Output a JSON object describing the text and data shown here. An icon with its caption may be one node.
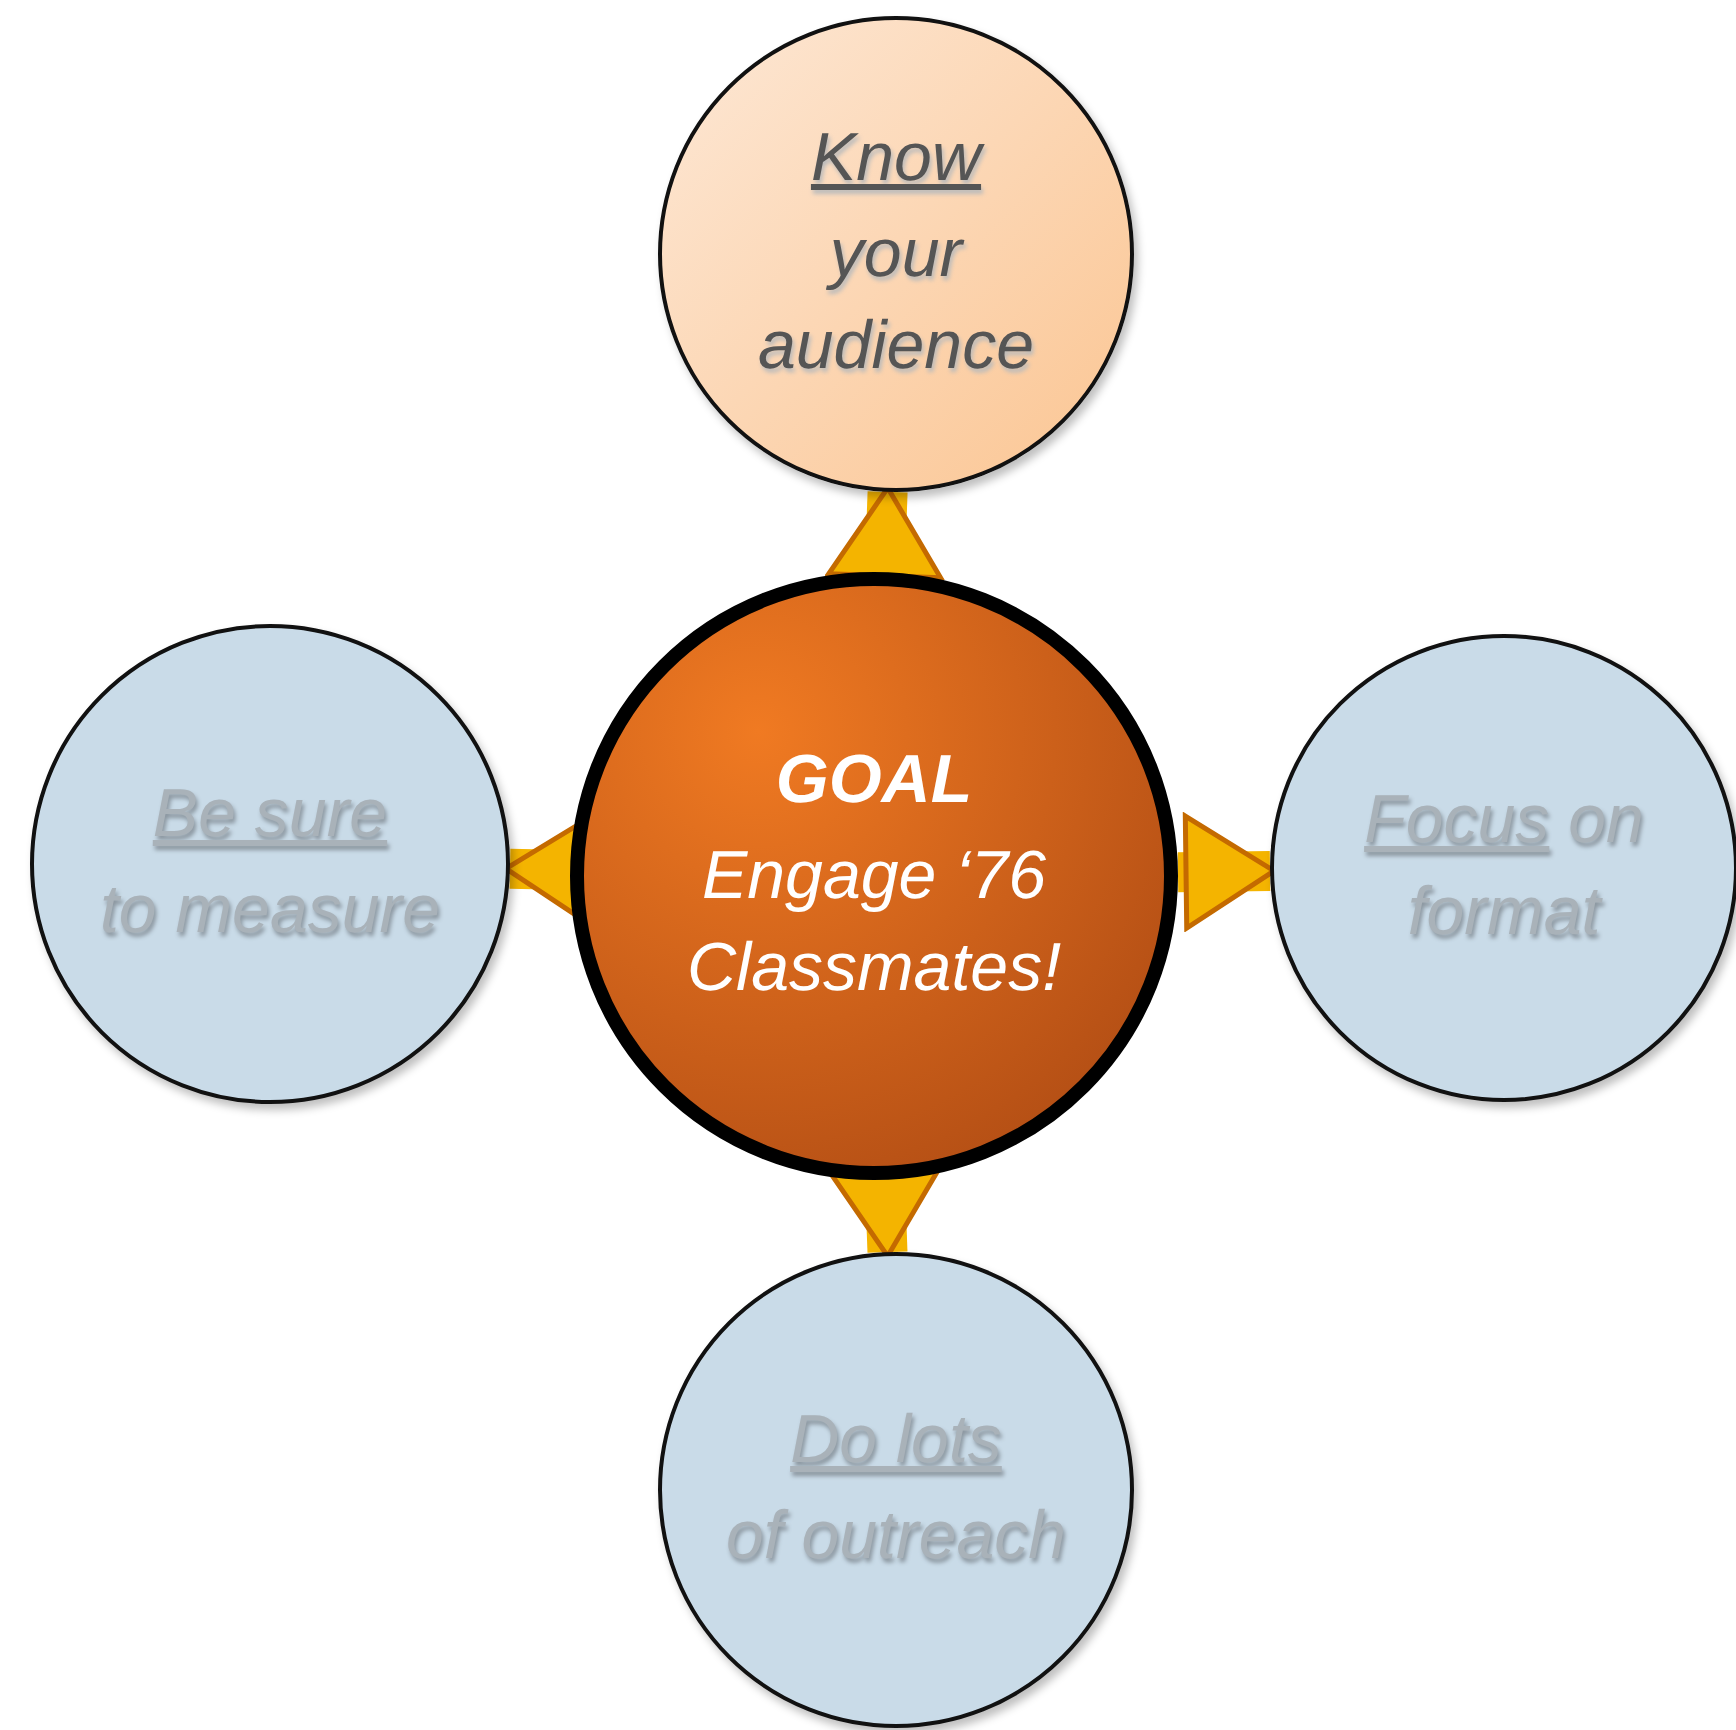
{
  "diagram": {
    "nodes": [
      {
        "text": [
          "GOAL",
          "Engage ‘76 Classmates!"
        ]
      },
      {
        "text": [
          "Know",
          "your audience"
        ]
      },
      {
        "text": [
          "Be sure",
          "to measure"
        ]
      },
      {
        "text": [
          "Focus",
          "on format"
        ]
      },
      {
        "text": [
          "Do lots",
          "of outreach"
        ]
      }
    ],
    "edges": [
      {
        "from": 0,
        "to": 1,
        "arrow": "to"
      },
      {
        "from": 0,
        "to": 2,
        "arrow": "to"
      },
      {
        "from": 0,
        "to": 3,
        "arrow": "to"
      },
      {
        "from": 0,
        "to": 4,
        "arrow": "to"
      }
    ]
  }
}
